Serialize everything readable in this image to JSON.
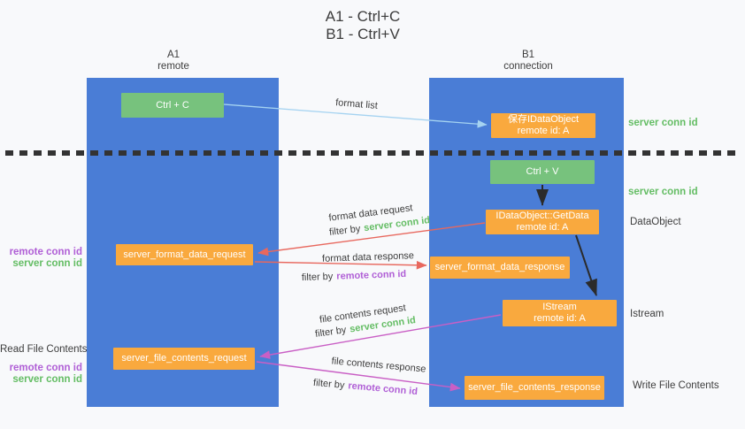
{
  "title": {
    "line1": "A1 - Ctrl+C",
    "line2": "B1 - Ctrl+V"
  },
  "lanes": {
    "left": {
      "header1": "A1",
      "header2": "remote"
    },
    "right": {
      "header1": "B1",
      "header2": "connection"
    }
  },
  "nodes": {
    "ctrl_c": "Ctrl + C",
    "ctrl_v": "Ctrl + V",
    "save_dataobject": {
      "line1": "保存IDataObject",
      "line2": "remote id: A"
    },
    "getdata": {
      "line1": "IDataObject::GetData",
      "line2": "remote id: A"
    },
    "istream": {
      "line1": "IStream",
      "line2": "remote id: A"
    },
    "format_request": "server_format_data_request",
    "format_response": "server_format_data_response",
    "file_request": "server_file_contents_request",
    "file_response": "server_file_contents_response"
  },
  "flow_labels": {
    "format_list": "format list",
    "format_data_request": "format data request",
    "format_data_response": "format data response",
    "file_contents_request": "file contents request",
    "file_contents_response": "file contents response",
    "filter_by": "filter by",
    "server_conn_id": "server conn id",
    "remote_conn_id": "remote conn id"
  },
  "side_labels": {
    "server_conn_id_top": "server conn id",
    "server_conn_id_mid": "server conn id",
    "dataobject": "DataObject",
    "istream": "Istream",
    "write_file_contents": "Write File Contents",
    "read_file_contents": "Read File Contents",
    "remote_conn_id_1": "remote conn id",
    "server_conn_id_1": "server conn id",
    "remote_conn_id_2": "remote conn id",
    "server_conn_id_2": "server conn id"
  },
  "colors": {
    "bg": "#f8f9fb",
    "lane_blue": "#4a7dd6",
    "box_orange": "#f9a93e",
    "box_green": "#77c27d",
    "text_dark": "#3d3d3d",
    "text_green": "#64bd64",
    "text_purple": "#b05fd6",
    "arrow_blue": "#a5d3f1",
    "arrow_red": "#e8685e",
    "arrow_magenta": "#c95fc5",
    "arrow_black": "#2b2b2b",
    "dotted_line": "#333333"
  }
}
